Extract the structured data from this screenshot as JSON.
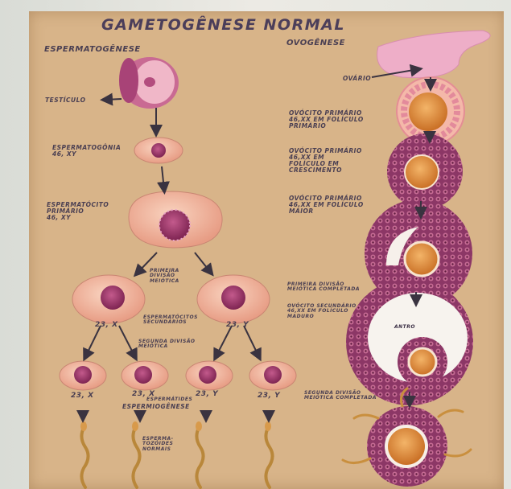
{
  "board": {
    "title": "GAMETOGÊNESE NORMAL",
    "sections": {
      "left": "ESPERMATOGÊNESE",
      "right": "OVOGÊNESE"
    }
  },
  "spermatogenesis": {
    "testicle": "TESTÍCULO",
    "spermatogonium": "ESPERMATOGÔNIA\n46, XY",
    "primary_spermatocyte": "ESPERMATÓCITO\nPRIMÁRIO\n46, XY",
    "first_division": "PRIMEIRA\nDIVISÃO\nMEIÓTICA",
    "secondary_spermatocytes": "ESPERMATÓCITOS\nSECUNDÁRIOS",
    "secondary_left_karyotype": "23, X",
    "secondary_right_karyotype": "23, Y",
    "second_division": "SEGUNDA DIVISÃO\nMEIÓTICA",
    "spermatids_karyotypes": [
      "23, X",
      "23, X",
      "23, Y",
      "23, Y"
    ],
    "spermatids": "ESPERMÁTIDES",
    "spermiogenesis": "ESPERMIOGÊNESE",
    "normal_sperm": "ESPERMA-\nTOZÓIDES\nNORMAIS"
  },
  "oogenesis": {
    "ovary": "OVÁRIO",
    "primary_oocyte_primary_follicle": "OVÓCITO PRIMÁRIO\n46,XX EM FOLÍCULO\nPRIMÁRIO",
    "primary_oocyte_growing_follicle": "OVÓCITO PRIMÁRIO\n46,XX EM\nFOLÍCULO EM\nCRESCIMENTO",
    "primary_oocyte_larger_follicle": "OVÓCITO PRIMÁRIO\n46,XX EM FOLÍCULO\nMAIOR",
    "first_division_completed": "PRIMEIRA DIVISÃO\nMEIÓTICA COMPLETADA",
    "secondary_oocyte_mature_follicle": "OVÓCITO SECUNDÁRIO\n46,XX EM FOLÍCULO\nMADURO",
    "antrum": "ANTRO",
    "second_division_completed": "SEGUNDA DIVISÃO\nMEIÓTICA COMPLETADA"
  },
  "colors": {
    "board": "#d8b489",
    "cell_pink": "#f2b59a",
    "nucleus": "#a33d6e",
    "follicle_purple": "#7a2a55",
    "oocyte_orange": "#e7913f",
    "ink": "#4a3f52"
  }
}
